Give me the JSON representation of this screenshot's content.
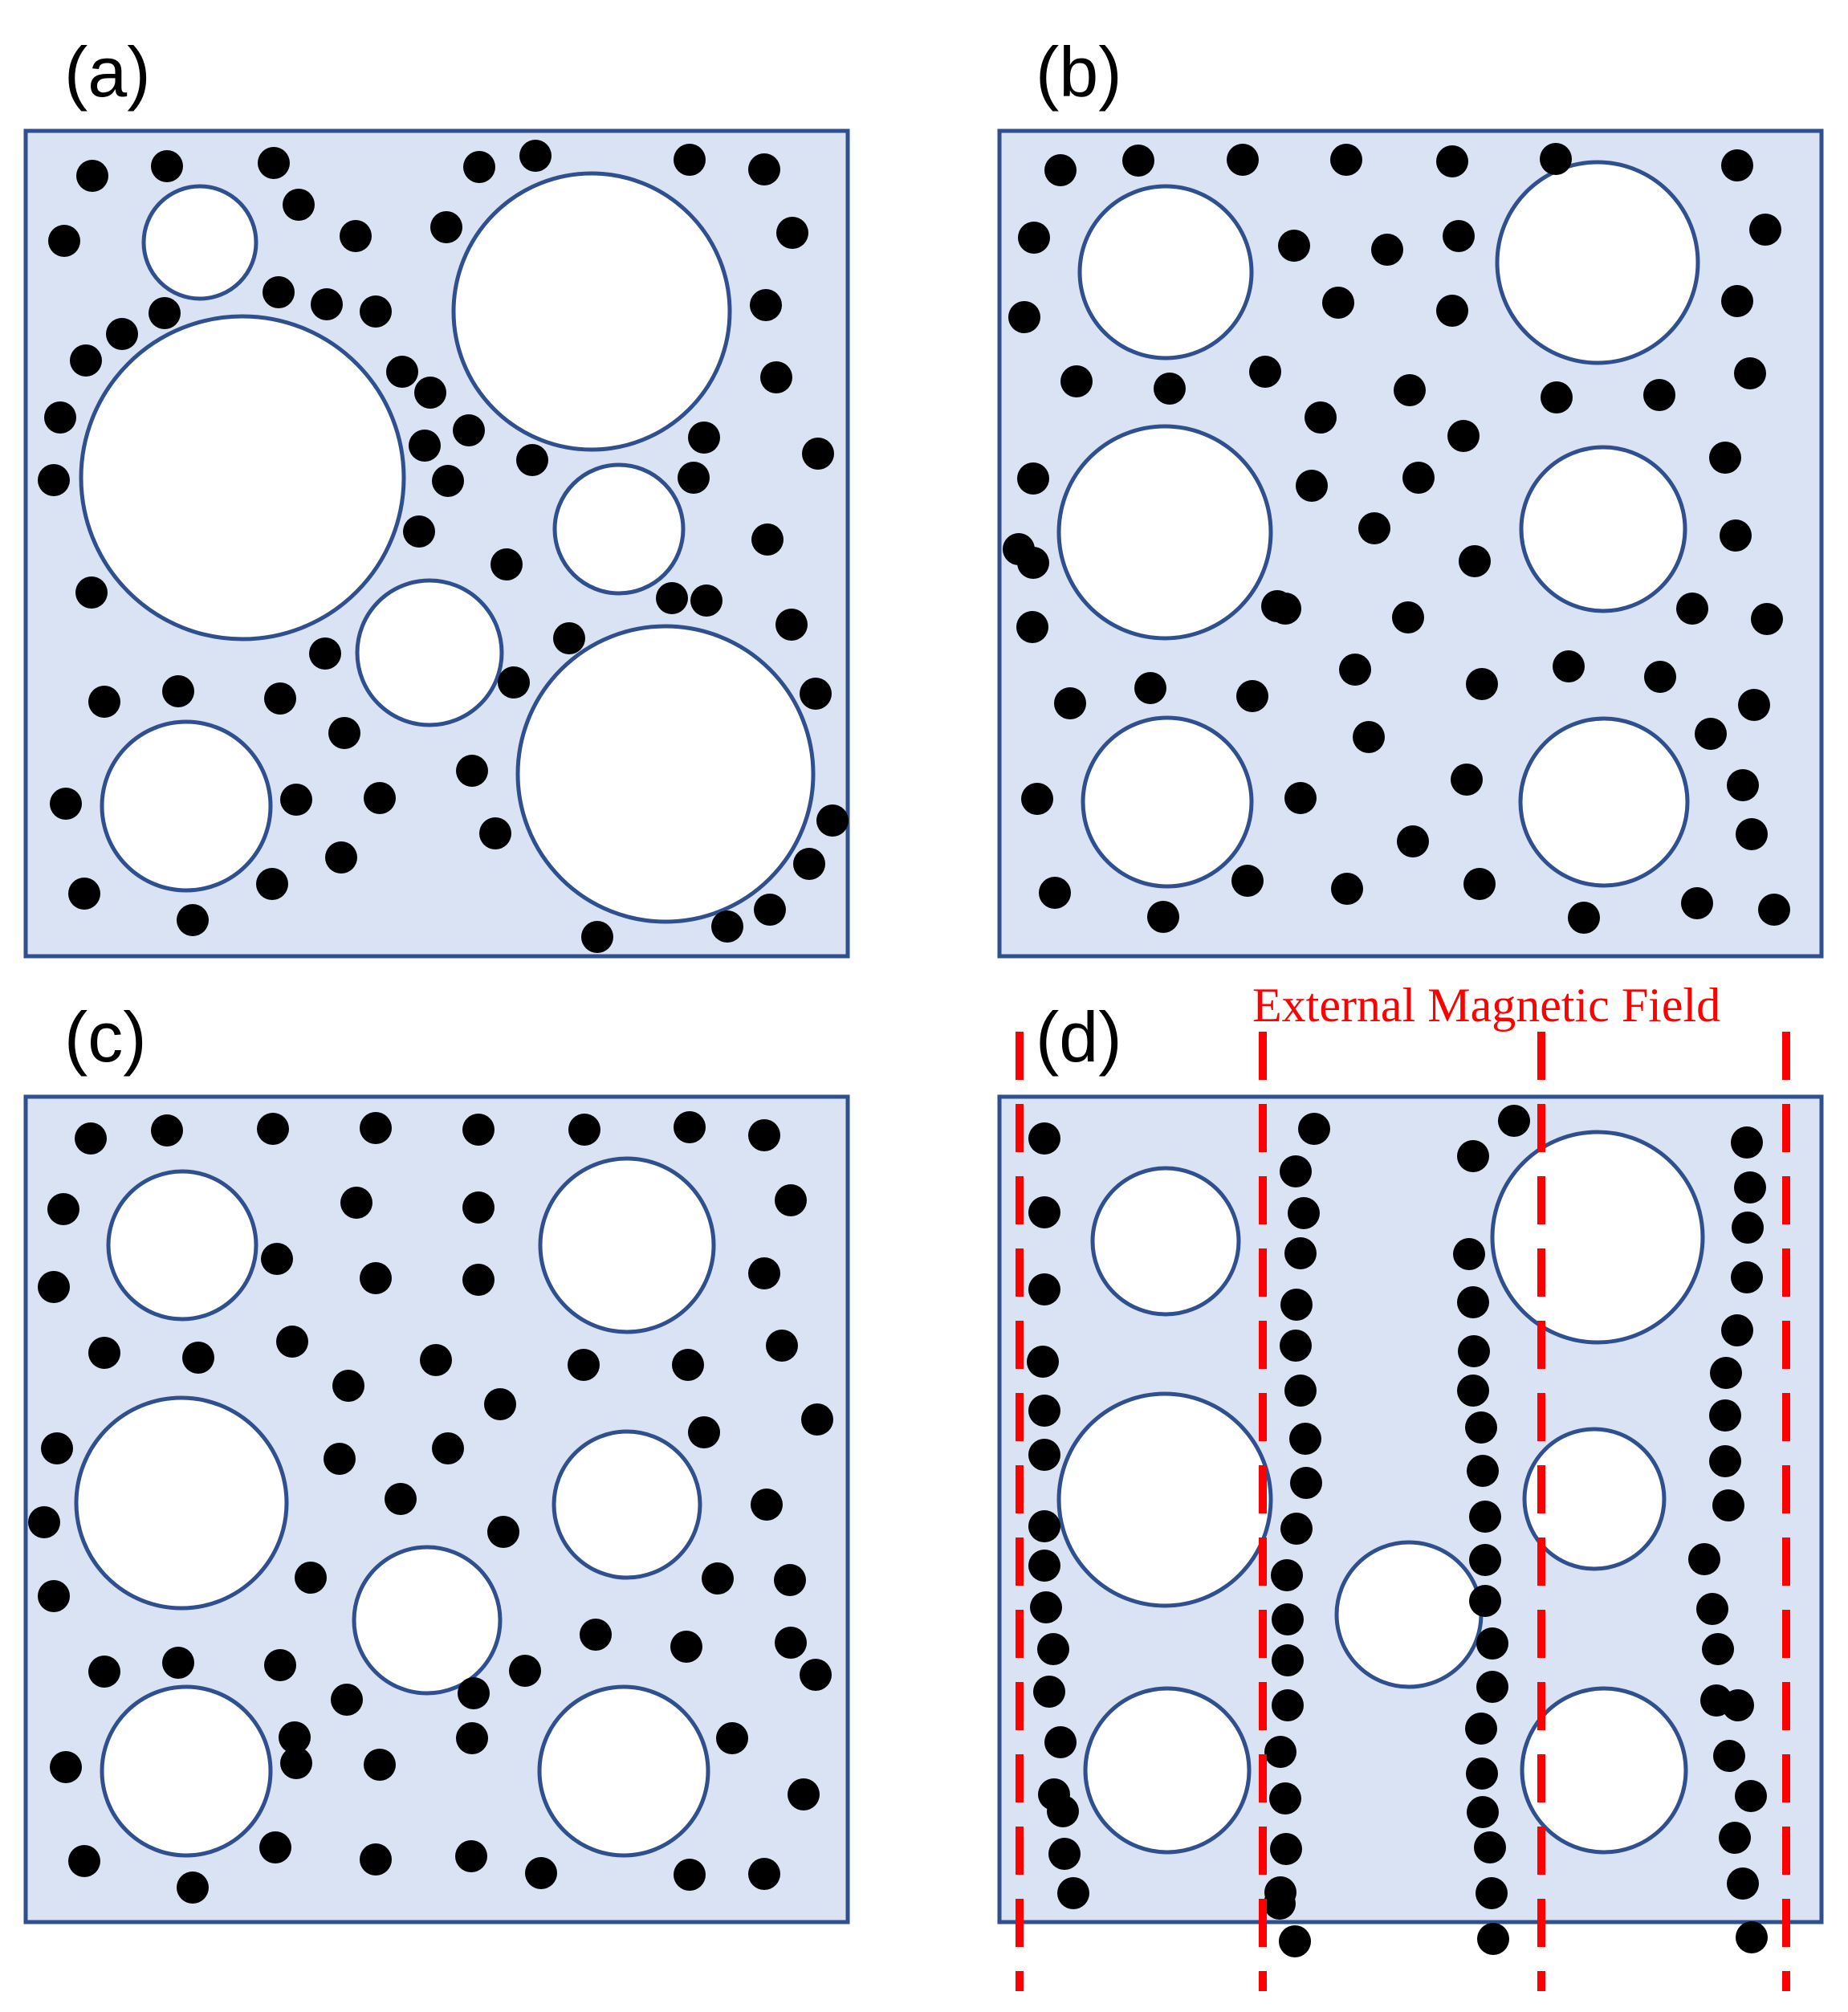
{
  "colors": {
    "panel_fill": "#dae3f3",
    "panel_stroke": "#2f4f8f",
    "pore_fill": "#ffffff",
    "particle": "#000000",
    "field_line": "#ff0000"
  },
  "panels": [
    {
      "key": "a",
      "label": "(a)"
    },
    {
      "key": "b",
      "label": "(b)"
    },
    {
      "key": "c",
      "label": "(c)"
    },
    {
      "key": "d",
      "label": "(d)"
    }
  ],
  "field": {
    "label": "External Magnetic Field"
  }
}
